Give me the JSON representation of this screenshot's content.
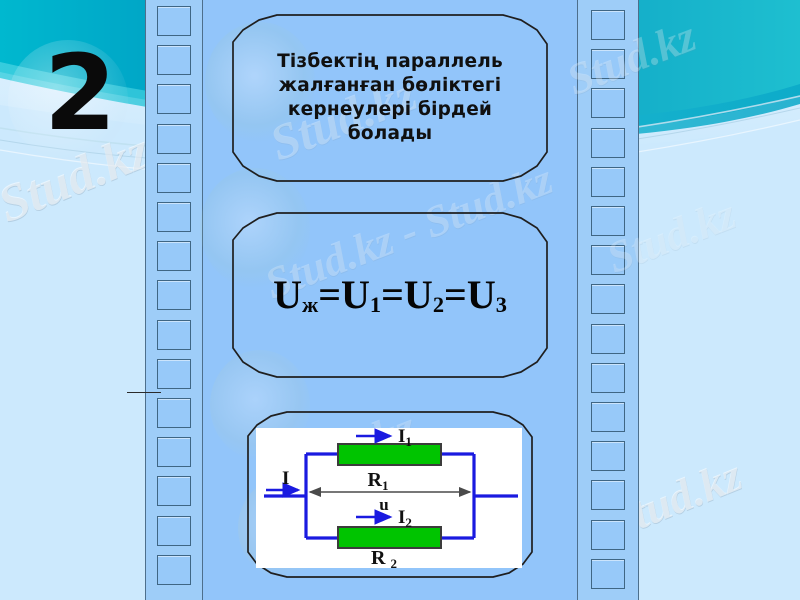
{
  "slide": {
    "number": "2",
    "background_color": "#cce9fd",
    "panel_color": "#92c5fa",
    "strip_color": "#9ecdf8",
    "accent_teal": "#00a6c4"
  },
  "title_box": {
    "line1": "Тізбектің параллель",
    "line2": "жалғанған бөліктегі",
    "line3": "кернеулері бірдей",
    "line4": "болады"
  },
  "formula_box": {
    "u_symbol": "U",
    "sub_total": "ж",
    "eq1": "=",
    "u1": "U",
    "sub1": "1",
    "eq2": "=",
    "u2": "U",
    "sub2": "2",
    "eq3": "=",
    "u3": "U",
    "sub3": "3",
    "full": "Uж=U1=U2=U3"
  },
  "circuit": {
    "label_i": "I",
    "label_i1": "I",
    "label_i1_sub": "1",
    "label_i2": "I",
    "label_i2_sub": "2",
    "label_r1": "R",
    "label_r1_sub": "1",
    "label_r2": "R",
    "label_r2_sub": "2",
    "label_u": "u",
    "wire_color": "#1a1ae0",
    "resistor_color": "#00c000",
    "resistor_border": "#404040",
    "arrow_color": "#404040",
    "background": "#ffffff"
  },
  "film_strip": {
    "left_count": 15,
    "right_count": 15,
    "perf_label": "perforation"
  },
  "watermarks": {
    "text_a": "Stud.kz",
    "text_b": "Stud.kz - Stud.kz",
    "text_c": "Stud.kz"
  }
}
